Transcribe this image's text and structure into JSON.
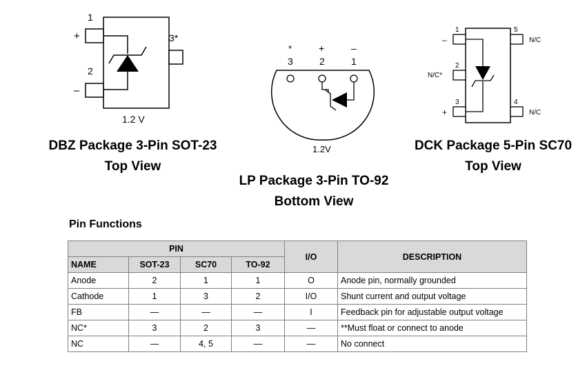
{
  "dbz": {
    "pin1": "1",
    "pin2": "2",
    "pin3": "3*",
    "plus": "+",
    "minus": "–",
    "voltage": "1.2 V",
    "caption1": "DBZ Package 3-Pin SOT-23",
    "caption2": "Top View"
  },
  "lp": {
    "mark3": "*",
    "mark2": "+",
    "mark1": "–",
    "pin3": "3",
    "pin2": "2",
    "pin1": "1",
    "voltage": "1.2V",
    "caption1": "LP Package 3-Pin TO-92",
    "caption2": "Bottom View"
  },
  "dck": {
    "pin1": "1",
    "pin2": "2",
    "pin3": "3",
    "pin4": "4",
    "pin5": "5",
    "minus": "–",
    "plus": "+",
    "nc_star": "N/C*",
    "nc4": "N/C",
    "nc5": "N/C",
    "caption1": "DCK Package 5-Pin SC70",
    "caption2": "Top View"
  },
  "pin_functions": {
    "title": "Pin Functions",
    "header_pin": "PIN",
    "header_io": "I/O",
    "header_description": "DESCRIPTION",
    "header_name": "NAME",
    "header_sot23": "SOT-23",
    "header_sc70": "SC70",
    "header_to92": "TO-92",
    "rows": [
      {
        "name": "Anode",
        "sot23": "2",
        "sc70": "1",
        "to92": "1",
        "io": "O",
        "description": "Anode pin, normally grounded"
      },
      {
        "name": "Cathode",
        "sot23": "1",
        "sc70": "3",
        "to92": "2",
        "io": "I/O",
        "description": "Shunt current and output voltage"
      },
      {
        "name": "FB",
        "sot23": "—",
        "sc70": "—",
        "to92": "—",
        "io": "I",
        "description": "Feedback pin for adjustable output voltage"
      },
      {
        "name": "NC*",
        "sot23": "3",
        "sc70": "2",
        "to92": "3",
        "io": "—",
        "description": "**Must float or connect to anode"
      },
      {
        "name": "NC",
        "sot23": "—",
        "sc70": "4, 5",
        "to92": "—",
        "io": "—",
        "description": "No connect"
      }
    ]
  }
}
